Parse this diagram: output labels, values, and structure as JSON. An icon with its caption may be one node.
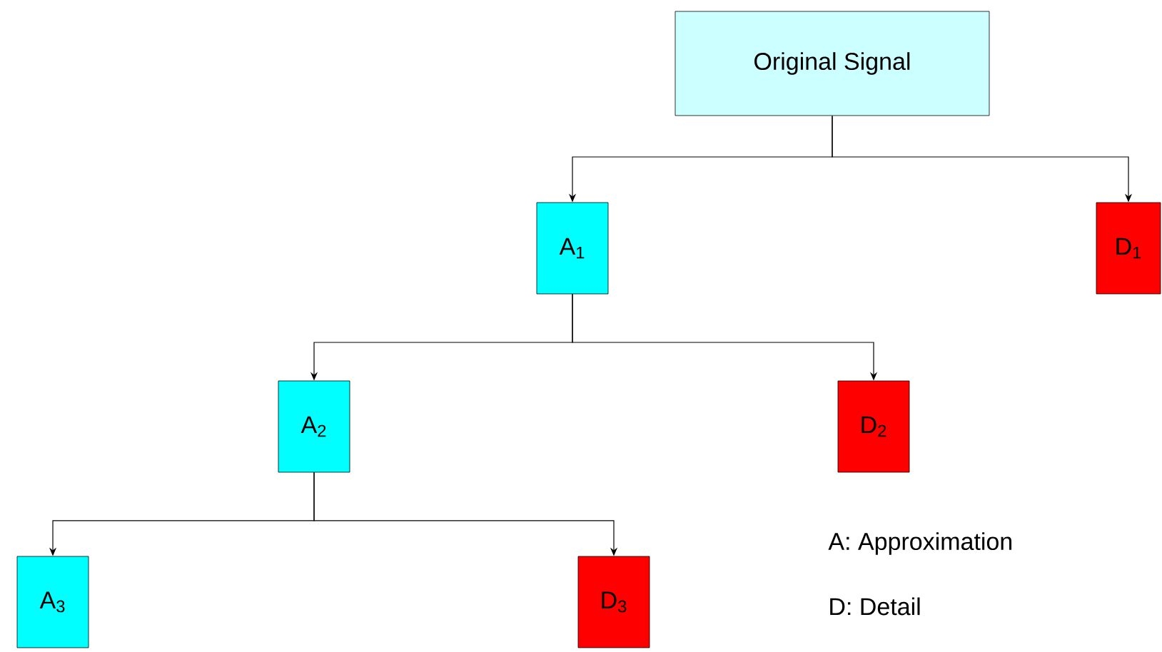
{
  "diagram": {
    "nodes": [
      {
        "text": [
          "Original Signal"
        ]
      },
      {
        "text": [
          "A$_{1}$"
        ]
      },
      {
        "text": [
          "D$_{1}$"
        ]
      },
      {
        "text": [
          "A$_{2}$"
        ]
      },
      {
        "text": [
          "D$_{2}$"
        ]
      },
      {
        "text": [
          "A$_{3}$"
        ]
      },
      {
        "text": [
          "D$_{3}$"
        ]
      }
    ],
    "edges": [
      {
        "from": 0,
        "to": 1,
        "arrow": "to"
      },
      {
        "from": 0,
        "to": 2,
        "arrow": "to"
      },
      {
        "from": 1,
        "to": 3,
        "arrow": "to"
      },
      {
        "from": 1,
        "to": 4,
        "arrow": "to"
      },
      {
        "from": 3,
        "to": 5,
        "arrow": "to"
      },
      {
        "from": 3,
        "to": 6,
        "arrow": "to"
      }
    ],
    "labels": [
      "A: Approximation",
      "D: Detail"
    ]
  }
}
